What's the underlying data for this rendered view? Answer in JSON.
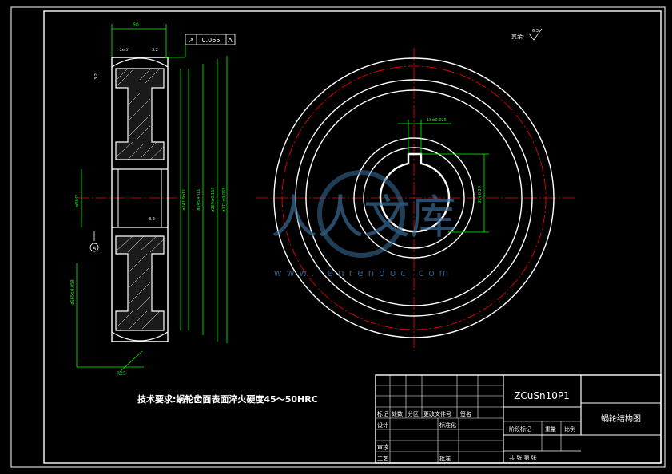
{
  "drawing": {
    "colors": {
      "background": "#000000",
      "outline": "#ffffff",
      "dimension": "#00ff00",
      "centerline": "#ff0000",
      "watermark": "#3a6f9a"
    },
    "technical_requirement": "技术要求:蜗轮齿面表面淬火硬度45～50HRC",
    "roughness_note": {
      "label": "其余:",
      "value": "6.3"
    },
    "tolerance_frame": {
      "symbol": "↗",
      "value": "0.065",
      "datum": "A"
    },
    "dimensions": {
      "width": "50",
      "chamfer": "2x45°",
      "roughness_top": "3.2",
      "roughness_left": "3.2",
      "roughness_hub": "3.2",
      "bore_left": "ø60H7",
      "hub_dia": "ø165±0.059",
      "d_241": "ø241.9h11",
      "d_245": "ø245.4h11",
      "d_269": "ø269±0.163",
      "d_271": "ø271±0.065",
      "radius": "R25",
      "keyway_width": "18±0.025",
      "keyway_depth": "67+0.20",
      "datum_label": "A"
    },
    "watermark": {
      "text_cn": "人人文库",
      "url": "www.renrendoc.com"
    },
    "title_block": {
      "material": "ZCuSn10P1",
      "part_name": "蜗轮结构图",
      "row_headers": [
        "标记",
        "处数",
        "分区",
        "更改文件号",
        "签名"
      ],
      "label_design": "设计",
      "label_standard": "标准化",
      "label_review": "审核",
      "label_process": "工艺",
      "label_approve": "批准",
      "label_stage": "阶段标记",
      "label_weight": "重量",
      "label_scale": "比例",
      "label_sheets": "共  张 第  张"
    }
  }
}
